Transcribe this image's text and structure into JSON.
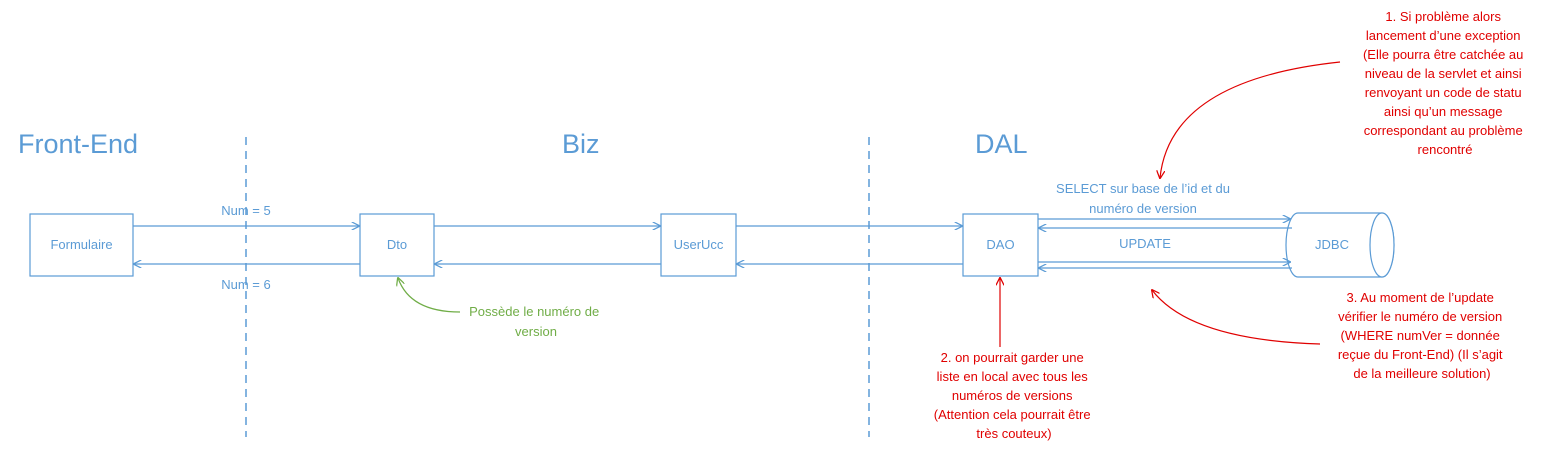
{
  "zones": {
    "front_end": "Front-End",
    "biz": "Biz",
    "dal": "DAL"
  },
  "nodes": {
    "formulaire": "Formulaire",
    "dto": "Dto",
    "user_ucc": "UserUcc",
    "dao": "DAO",
    "jdbc": "JDBC"
  },
  "edges": {
    "num_sent": "Num = 5",
    "num_returned": "Num = 6",
    "select_line1": "SELECT sur base de l’id et du",
    "select_line2": "numéro de version",
    "update": "UPDATE"
  },
  "notes": {
    "dto_note": [
      "Possède le numéro de",
      "version"
    ],
    "note1": [
      "1. Si problème alors",
      "lancement d’une exception",
      "(Elle pourra être catchée au",
      "niveau de la servlet et ainsi",
      "renvoyant un code de statu",
      "ainsi qu’un message",
      "correspondant au problème",
      "rencontré"
    ],
    "note2": [
      "2. on pourrait garder une",
      "liste en local avec tous les",
      "numéros de versions",
      "(Attention cela pourrait être",
      "très couteux)"
    ],
    "note3": [
      "3. Au moment de l’update",
      "vérifier le numéro de version",
      "(WHERE numVer = donnée",
      "reçue du Front-End) (Il s’agit",
      "de la meilleure solution)"
    ]
  },
  "colors": {
    "diagram_blue": "#5b9bd5",
    "note_red": "#e00000",
    "note_green": "#70ad47"
  }
}
